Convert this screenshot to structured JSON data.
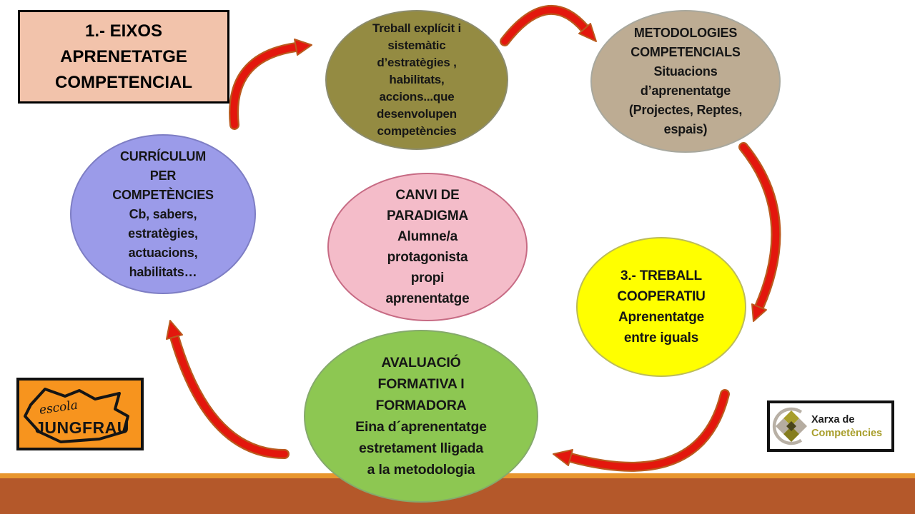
{
  "title_box": {
    "lines": [
      "1.- EIXOS",
      "APRENETATGE",
      "COMPETENCIAL"
    ],
    "fill": "#F2C3AB",
    "border": "#000000"
  },
  "ellipses": [
    {
      "name": "treball-explicit",
      "fill": "#948B42",
      "border": "#8C8C6E",
      "lines": [
        "Treball explícit i",
        "sistemàtic",
        "d’estratègies ,",
        "habilitats,",
        "accions...que",
        "desenvolupen",
        "competències"
      ]
    },
    {
      "name": "metodologies-competencials",
      "fill": "#BDAC93",
      "border": "#A8A89E",
      "lines": [
        "METODOLOGIES",
        "COMPETENCIALS",
        "Situacions",
        "d’aprenentatge",
        "(Projectes, Reptes,",
        "espais)"
      ]
    },
    {
      "name": "curriculum-per-competencies",
      "fill": "#9B9BE9",
      "border": "#7E7EC4",
      "lines": [
        "CURRÍCULUM",
        "PER",
        "COMPETÈNCIES",
        "Cb, sabers,",
        "estratègies,",
        "actuacions,",
        "habilitats…"
      ]
    },
    {
      "name": "canvi-de-paradigma",
      "fill": "#F4BCC9",
      "border": "#C76B84",
      "lines": [
        "CANVI DE",
        "PARADIGMA",
        "Alumne/a",
        "protagonista",
        "propi",
        "aprenentatge"
      ]
    },
    {
      "name": "treball-cooperatiu",
      "fill": "#FFFF00",
      "border": "#BCBC5A",
      "lines": [
        "3.- TREBALL",
        "COOPERATIU",
        "Aprenentatge",
        "entre iguals"
      ]
    },
    {
      "name": "avaluacio-formativa",
      "fill": "#8DC752",
      "border": "#85A96C",
      "lines": [
        "AVALUACIÓ",
        "FORMATIVA I",
        "FORMADORA",
        "Eina d´aprenentatge",
        "estretament lligada",
        "a la metodologia"
      ]
    }
  ],
  "logos": {
    "jungfrau": {
      "script_text": "escola",
      "main_text": "JUNGFRAU",
      "fill": "#F7941E"
    },
    "xarxa": {
      "line1": "Xarxa de",
      "line2": "Competències",
      "line2_color": "#A89E2B"
    }
  },
  "colors": {
    "arrow_red": "#E3170D",
    "arrow_outline": "#BA5A1E",
    "footer_stripe": "#E8962E",
    "footer_band": "#B4582A"
  }
}
